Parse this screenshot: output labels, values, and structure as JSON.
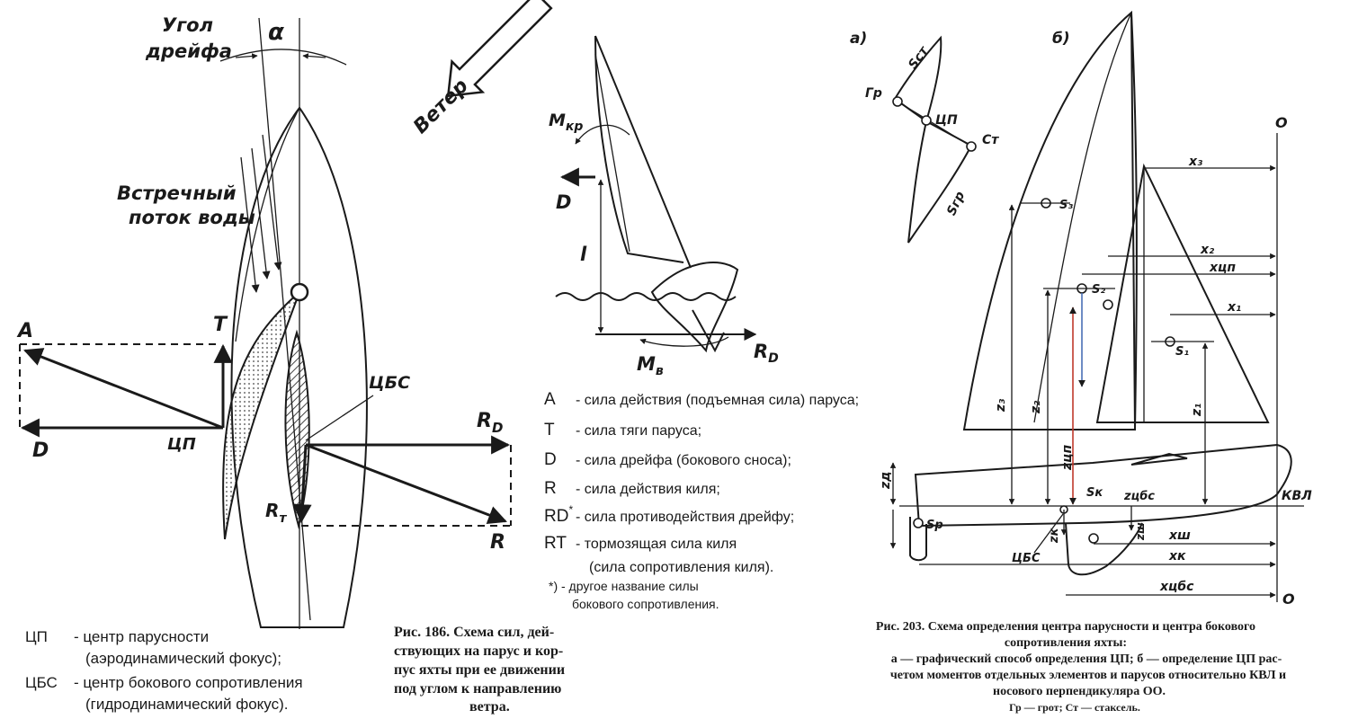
{
  "fig186": {
    "drift_angle_label_1": "Угол",
    "drift_angle_label_2": "дрейфа",
    "alpha": "α",
    "wind": "Ветер",
    "water_flow_1": "Встречный",
    "water_flow_2": "поток воды",
    "A": "A",
    "T": "T",
    "D": "D",
    "CP": "ЦП",
    "CLR": "ЦБС",
    "RD_R": "R",
    "RD_sub": "D",
    "RT_R": "R",
    "RT_sub": "т",
    "R": "R",
    "heel_M": "M",
    "heel_sub": "кр",
    "D2": "D",
    "l": "l",
    "moment_M": "M",
    "moment_sub": "в",
    "R2": "R",
    "R2_sub": "D"
  },
  "legend": [
    {
      "sym": "A",
      "sup": "",
      "text": "- сила действия (подъемная сила) паруса;"
    },
    {
      "sym": "T",
      "sup": "",
      "text": "- сила тяги паруса;"
    },
    {
      "sym": "D",
      "sup": "",
      "text": "- сила дрейфа (бокового сноса);"
    },
    {
      "sym": "R",
      "sup": "",
      "text": "- сила действия киля;"
    },
    {
      "sym": "RD",
      "sup": "*",
      "text": "- сила противодействия дрейфу;"
    },
    {
      "sym": "RT",
      "sup": "",
      "text": "- тормозящая сила киля"
    }
  ],
  "legend_cont": "(сила сопротивления киля).",
  "footnote_1": "*) - другое название силы",
  "footnote_2": "бокового сопротивления.",
  "defs": {
    "cp_term": "ЦП",
    "cp_1": "- центр парусности",
    "cp_2": "(аэродинамический фокус);",
    "clr_term": "ЦБС",
    "clr_1": "- центр бокового сопротивления",
    "clr_2": "(гидродинамический фокус)."
  },
  "caption186": [
    "Рис. 186. Схема сил, дей-",
    "ствующих на парус и кор-",
    "пус яхты при ее движении",
    "под углом к направлению",
    "ветра."
  ],
  "fig203": {
    "a": "а)",
    "b": "б)",
    "Gr": "Гр",
    "Sst": "Sст",
    "CP": "ЦП",
    "St": "Ст",
    "Sgr": "Sгр",
    "O_top": "О",
    "O_bottom": "О",
    "x3": "x₃",
    "x2": "x₂",
    "xcp": "xцп",
    "x1": "x₁",
    "S3": "S₃",
    "S2": "S₂",
    "S1": "S₁",
    "z3": "z₃",
    "z2": "z₂",
    "zcp": "zцп",
    "z1": "z₁",
    "zd": "zд",
    "Sk": "Sк",
    "zcbs": "zцбс",
    "Sp": "Sр",
    "KVL": "КВЛ",
    "zk": "zк",
    "zsh": "zш",
    "CBS": "ЦБС",
    "xsh": "xш",
    "xk": "xк",
    "xcbs": "xцбс"
  },
  "caption203": [
    "Рис. 203. Схема определения центра парусности и центра бокового",
    "сопротивления яхты:",
    "а — графический способ определения ЦП; б — определение ЦП рас-",
    "четом моментов отдельных элементов и парусов относительно КВЛ и",
    "носового перпендикуляра ОО.",
    "Гр — грот; Ст — стаксель."
  ]
}
